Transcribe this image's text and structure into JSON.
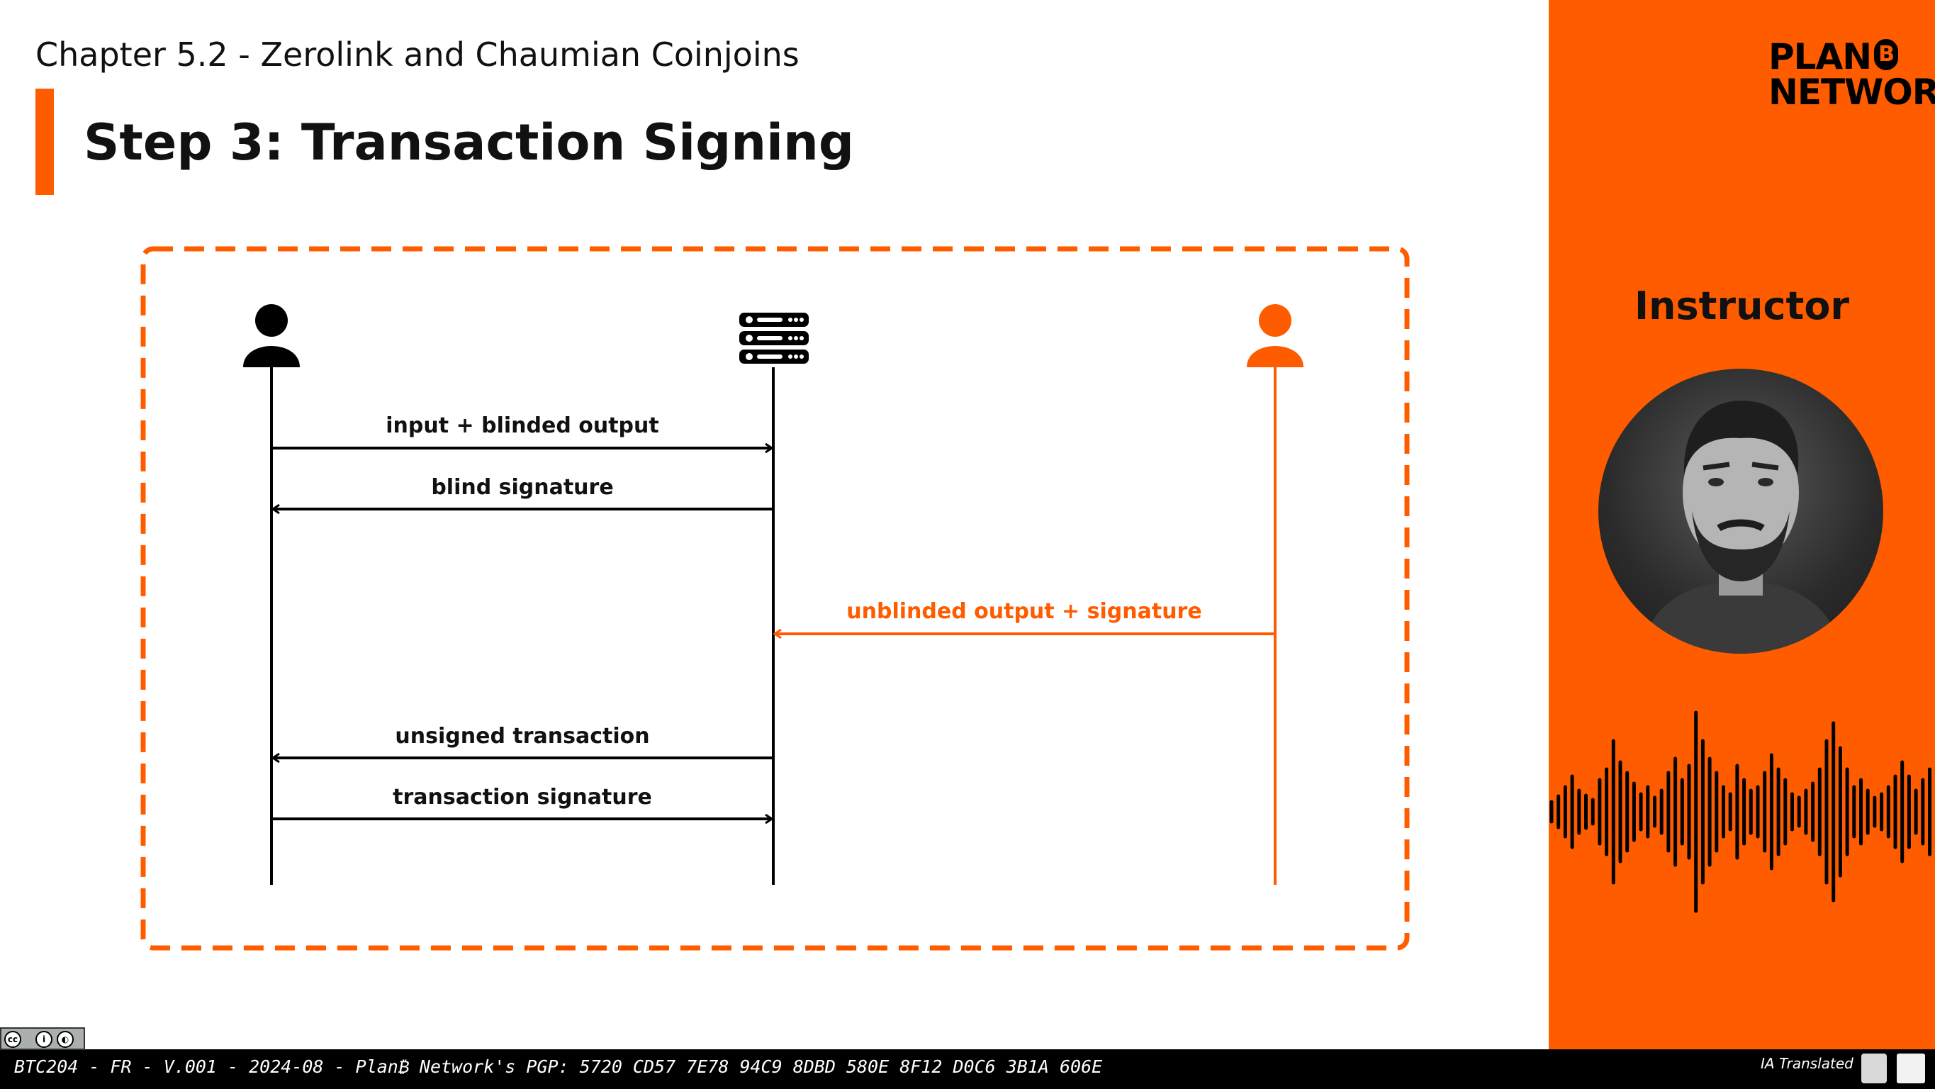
{
  "header": {
    "chapter": "Chapter 5.2 - Zerolink and Chaumian Coinjoins",
    "step_title": "Step 3: Transaction Signing"
  },
  "diagram": {
    "actors": [
      {
        "id": "user",
        "icon": "user-icon",
        "color": "#000000"
      },
      {
        "id": "coordinator",
        "icon": "server-icon",
        "color": "#000000"
      },
      {
        "id": "user-new-identity",
        "icon": "user-icon",
        "color": "#ff5c00"
      }
    ],
    "messages": [
      {
        "label": "input + blinded output",
        "from": "user",
        "to": "coordinator",
        "color": "#000000"
      },
      {
        "label": "blind signature",
        "from": "coordinator",
        "to": "user",
        "color": "#000000"
      },
      {
        "label": "unblinded output + signature",
        "from": "user-new-identity",
        "to": "coordinator",
        "color": "#ff5c00"
      },
      {
        "label": "unsigned transaction",
        "from": "coordinator",
        "to": "user",
        "color": "#000000"
      },
      {
        "label": "transaction signature",
        "from": "user",
        "to": "coordinator",
        "color": "#000000"
      }
    ],
    "frame_color": "#ff5c00"
  },
  "sidebar": {
    "logo_line1": "PLAN",
    "logo_b": "B",
    "logo_line2": "NETWORK",
    "instructor_label": "Instructor",
    "avatar": "instructor-photo"
  },
  "footer": {
    "text": "BTC204 - FR - V.001 - 2024-08 - Plan₿ Network's PGP: 5720 CD57 7E78 94C9 8DBD 580E 8F12 D0C6 3B1A 606E",
    "ia_label": "IA Translated",
    "license_icons": [
      "cc-icon",
      "by-icon",
      "sa-icon"
    ]
  },
  "colors": {
    "accent": "#ff5c00",
    "text": "#111111",
    "footer_bg": "#000000"
  }
}
